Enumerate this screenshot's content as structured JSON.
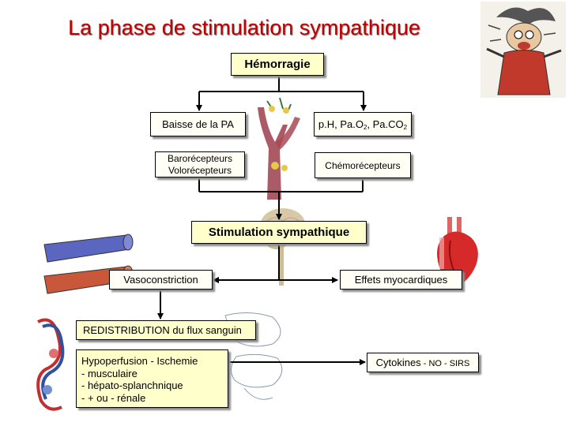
{
  "title": "La phase de stimulation sympathique",
  "nodes": {
    "hemorragie": "Hémorragie",
    "baisse_pa": "Baisse de la PA",
    "ph_prefix": "p.H, Pa.O",
    "ph_sub1": "2",
    "ph_mid": ", Pa.CO",
    "ph_sub2": "2",
    "baro_line1": "Barorécepteurs",
    "baro_line2": "Volorécepteurs",
    "chemo": "Chémorécepteurs",
    "stimulation": "Stimulation sympathique",
    "vasoconstriction": "Vasoconstriction",
    "effets": "Effets myocardiques",
    "redistribution": "REDISTRIBUTION du flux sanguin",
    "hypo_line1": "Hypoperfusion - Ischemie",
    "hypo_line2": " - musculaire",
    "hypo_line3": " - hépato-splanchnique",
    "hypo_line4": " - + ou - rénale",
    "cytokines_main": "Cytokines",
    "cytokines_rest": " - NO - SIRS"
  },
  "colors": {
    "title": "#c00000",
    "box_fill": "#ffffcc",
    "line": "#000000"
  },
  "illustrations": [
    "cartoon-character-icon",
    "carotid-artery-icon",
    "brain-icon",
    "heart-icon",
    "blood-vessels-icon",
    "kidney-circulation-icon",
    "digestive-organs-icon"
  ]
}
